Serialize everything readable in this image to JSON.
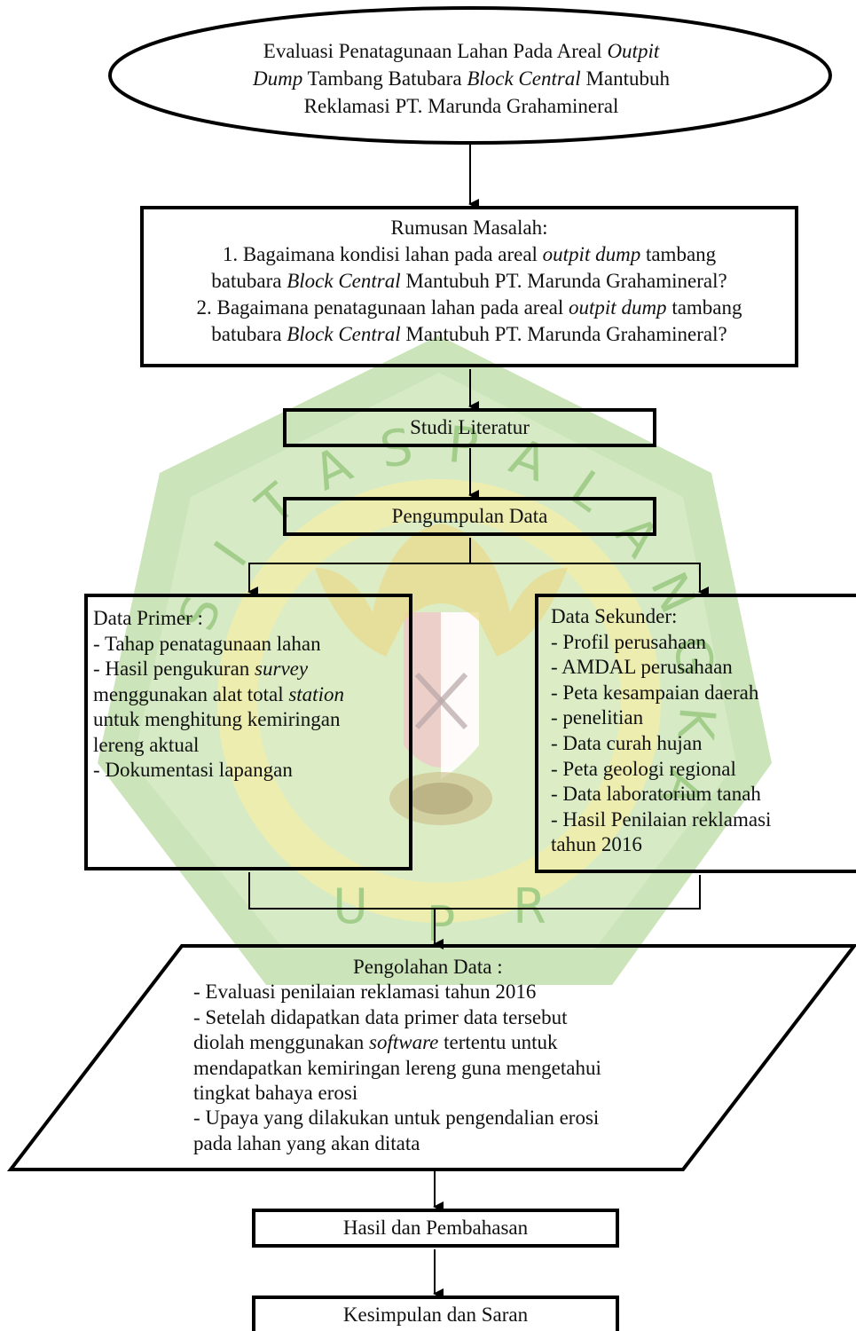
{
  "flowchart": {
    "title": {
      "line1_a": "Evaluasi Penatagunaan Lahan Pada Areal ",
      "line1_italic": "Outpit",
      "line2_italic_a": "Dump",
      "line2_b": " Tambang Batubara ",
      "line2_italic_c": "Block Central",
      "line2_d": " Mantubuh",
      "line3": "Reklamasi PT. Marunda Grahamineral"
    },
    "rumusan": {
      "heading": "Rumusan Masalah:",
      "q1_a": "1. Bagaimana kondisi lahan pada areal ",
      "q1_italic": "outpit dump",
      "q1_b": " tambang",
      "q1_c": "batubara  ",
      "q1_italic2": "Block Central",
      "q1_d": " Mantubuh PT. Marunda Grahamineral?",
      "q2_a": "2. Bagaimana penatagunaan lahan pada areal ",
      "q2_italic": "outpit dump",
      "q2_b": " tambang",
      "q2_c": "batubara ",
      "q2_italic2": "Block Central",
      "q2_d": " Mantubuh PT. Marunda Grahamineral?"
    },
    "studi_literatur": "Studi Literatur",
    "pengumpulan_data": "Pengumpulan Data",
    "data_primer": {
      "heading": "Data Primer :",
      "item1": "- Tahap penatagunaan lahan",
      "item2_a": "- Hasil pengukuran ",
      "item2_italic": "survey",
      "item2_b": "menggunakan alat total ",
      "item2_italic2": "station",
      "item2_c": "untuk menghitung kemiringan",
      "item2_d": "lereng aktual",
      "item3": "- Dokumentasi lapangan"
    },
    "data_sekunder": {
      "heading": "Data Sekunder:",
      "items": [
        "- Profil perusahaan",
        "- AMDAL perusahaan",
        "- Peta kesampaian daerah",
        "- penelitian",
        "- Data curah hujan",
        "- Peta geologi regional",
        "- Data laboratorium tanah",
        "- Hasil Penilaian reklamasi",
        "tahun 2016"
      ]
    },
    "pengolahan_data": {
      "heading": "Pengolahan Data :",
      "line1": "- Evaluasi penilaian reklamasi tahun 2016",
      "line2": "- Setelah didapatkan data primer data tersebut",
      "line3_a": "diolah menggunakan ",
      "line3_italic": "software",
      "line3_b": " tertentu untuk",
      "line4": "mendapatkan kemiringan lereng guna mengetahui",
      "line5": "tingkat bahaya erosi",
      "line6": "- Upaya yang dilakukan untuk pengendalian erosi",
      "line7": "pada lahan yang akan ditata"
    },
    "hasil_pembahasan": "Hasil dan Pembahasan",
    "kesimpulan_saran": "Kesimpulan dan Saran"
  },
  "watermark": {
    "ring_letters": [
      "S",
      "I",
      "T",
      "A",
      "S",
      "P",
      "A",
      "L",
      "A",
      "N",
      "G",
      "K",
      "A"
    ],
    "bottom_letters": [
      "U",
      "P",
      "R"
    ],
    "colors": {
      "green": "#5aa83a",
      "light_green": "#c8e2b4",
      "yellow": "#f2d94e",
      "light_yellow": "#f8eda6"
    }
  }
}
